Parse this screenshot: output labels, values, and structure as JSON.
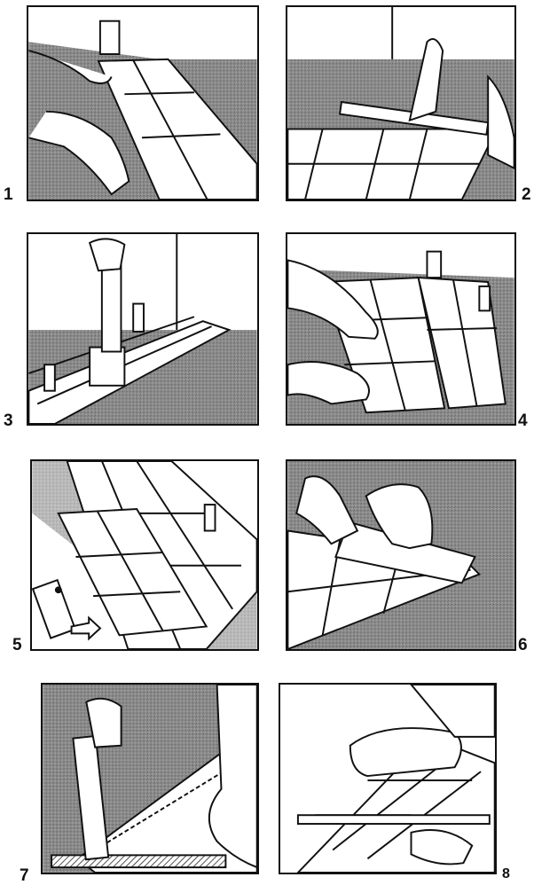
{
  "steps": [
    {
      "number": "1"
    },
    {
      "number": "2"
    },
    {
      "number": "3"
    },
    {
      "number": "4"
    },
    {
      "number": "5"
    },
    {
      "number": "6"
    },
    {
      "number": "7"
    },
    {
      "number": "8"
    }
  ],
  "colors": {
    "ink": "#111111",
    "floor_gray": "#8c8c8c",
    "paper": "#ffffff"
  }
}
